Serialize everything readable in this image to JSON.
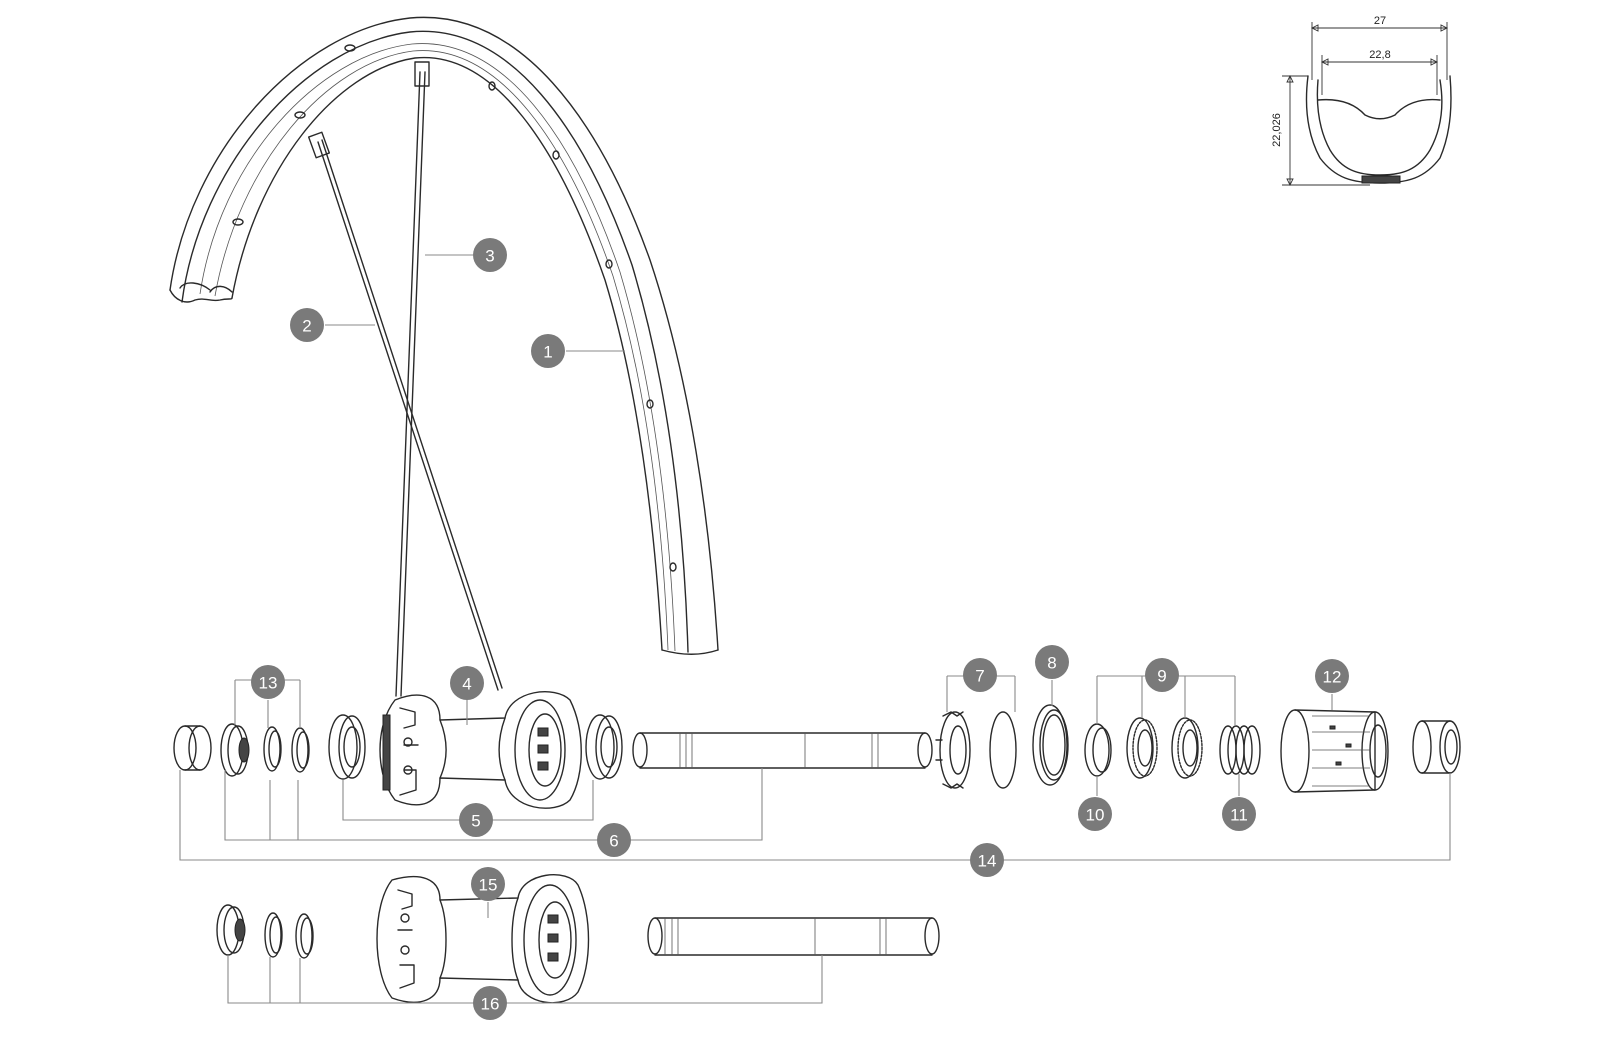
{
  "profile": {
    "outer_width": "27",
    "inner_width": "22,8",
    "height": "22,026"
  },
  "callouts": [
    "1",
    "2",
    "3",
    "4",
    "5",
    "6",
    "7",
    "8",
    "9",
    "10",
    "11",
    "12",
    "13",
    "14",
    "15",
    "16"
  ]
}
